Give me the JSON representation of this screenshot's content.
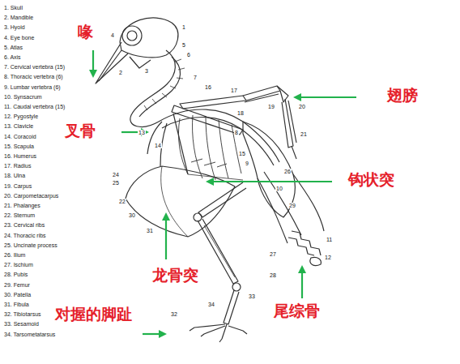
{
  "diagram": {
    "labels": [
      "1. Skull",
      "2. Mandible",
      "3. Hyoid",
      "4. Eye bone",
      "5. Atlas",
      "6. Axis",
      "7. Cervical vertebra (15)",
      "8. Thoracic vertebra (6)",
      "9. Lumbar vertebra (6)",
      "10. Synsacrum",
      "11. Caudal vertebra (15)",
      "12. Pygostyle",
      "13. Clavicle",
      "14. Coracoid",
      "15. Scapula",
      "16. Humerus",
      "17. Radius",
      "18. Ulna",
      "19. Carpus",
      "20. Carpometacarpus",
      "21. Phalanges",
      "22. Sternum",
      "23. Cervical ribs",
      "24. Thoracic ribs",
      "25. Uncinate process",
      "26. Ilium",
      "27. Ischium",
      "28. Pubis",
      "29. Femur",
      "30. Patella",
      "31. Fibula",
      "32. Tibiotarsus",
      "33. Sesamoid",
      "34. Tarsometatarsus",
      "喙",
      "翅膀",
      "叉骨",
      "钩状突",
      "龙骨突",
      "尾综骨",
      "对握的脚趾",
      "1",
      "4",
      "5",
      "6",
      "2",
      "3",
      "7",
      "16",
      "17",
      "19",
      "18",
      "20",
      "21",
      "8",
      "13",
      "14",
      "15",
      "9",
      "24",
      "25",
      "26",
      "10",
      "22",
      "29",
      "30",
      "31",
      "11",
      "12",
      "27",
      "28",
      "33",
      "34",
      "32"
    ]
  }
}
